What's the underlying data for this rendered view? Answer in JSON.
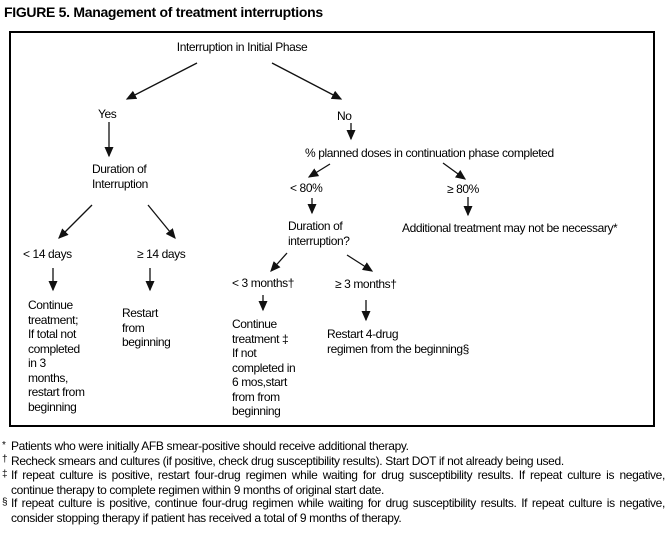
{
  "figure": {
    "title": "FIGURE 5. Management of treatment interruptions"
  },
  "flowchart": {
    "root": "Interruption in Initial Phase",
    "yes_label": "Yes",
    "no_label": "No",
    "duration_initial": "Duration of\nInterruption",
    "lt14_label": "< 14 days",
    "ge14_label": "≥ 14 days",
    "lt14_result": "Continue\ntreatment;\nIf total not\ncompleted\nin 3\nmonths,\nrestart from\nbeginning",
    "ge14_result": "Restart\nfrom\nbeginning",
    "pct_doses": "% planned doses in continuation phase completed",
    "lt80_label": "< 80%",
    "ge80_label": "≥ 80%",
    "ge80_result": "Additional treatment may not be necessary*",
    "duration_interruption": "Duration of\ninterruption?",
    "lt3mo_label": "< 3 months†",
    "ge3mo_label": "≥ 3 months†",
    "lt3mo_result": "Continue\ntreatment ‡\nIf not\ncompleted in\n6 mos,start\nfrom from\nbeginning",
    "ge3mo_result": "Restart 4-drug\nregimen from the beginning§"
  },
  "footnotes": [
    {
      "marker": "*",
      "text": "Patients who were initially AFB smear-positive should receive additional therapy."
    },
    {
      "marker": "†",
      "text": "Recheck smears and cultures (if positive, check drug susceptibility results). Start DOT if not already being used."
    },
    {
      "marker": "‡",
      "text": "If repeat culture is positive, restart four-drug regimen while waiting for drug susceptibility results. If repeat culture is negative, continue therapy to complete regimen within 9 months of original start date."
    },
    {
      "marker": "§",
      "text": "If repeat culture is positive, continue four-drug regimen while waiting for drug susceptibility results. If repeat culture is negative, consider stopping therapy if patient has received a total of 9 months of therapy."
    }
  ],
  "colors": {
    "ink": "#000000",
    "background": "#ffffff"
  }
}
